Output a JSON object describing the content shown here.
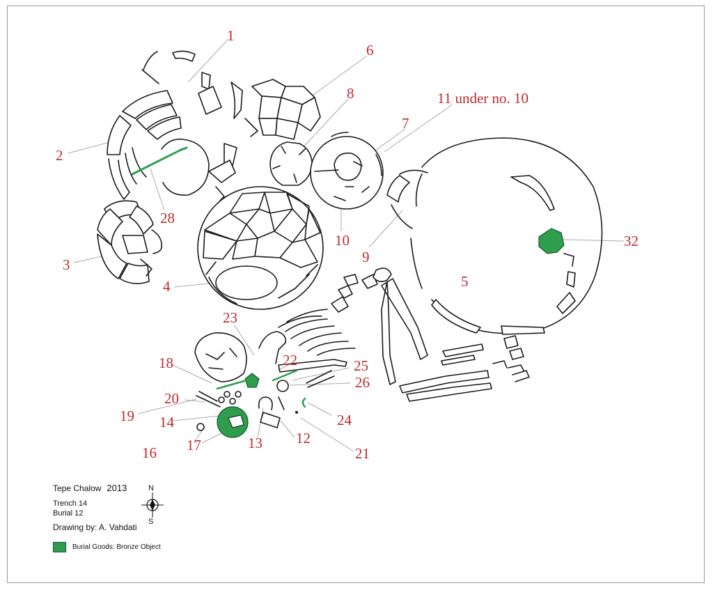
{
  "labels": {
    "l1": "1",
    "l2": "2",
    "l3": "3",
    "l4": "4",
    "l5": "5",
    "l6": "6",
    "l7": "7",
    "l8": "8",
    "l9": "9",
    "l10": "10",
    "l11": "11 under no. 10",
    "l12": "12",
    "l13": "13",
    "l14": "14",
    "l16": "16",
    "l17": "17",
    "l18": "18",
    "l19": "19",
    "l20": "20",
    "l21": "21",
    "l22": "22",
    "l23": "23",
    "l24": "24",
    "l25": "25",
    "l26": "26",
    "l28": "28",
    "l32": "32"
  },
  "legend": {
    "site": "Tepe Chalow",
    "year": "2013",
    "trench": "Trench 14",
    "burial": "Burial 12",
    "drawing": "Drawing by: A. Vahdati",
    "key_label": "Burial Goods: Bronze Object"
  },
  "compass": {
    "north": "N",
    "south": "S"
  },
  "colors": {
    "label": "#c0282d",
    "bronze": "#2e9e4e"
  }
}
